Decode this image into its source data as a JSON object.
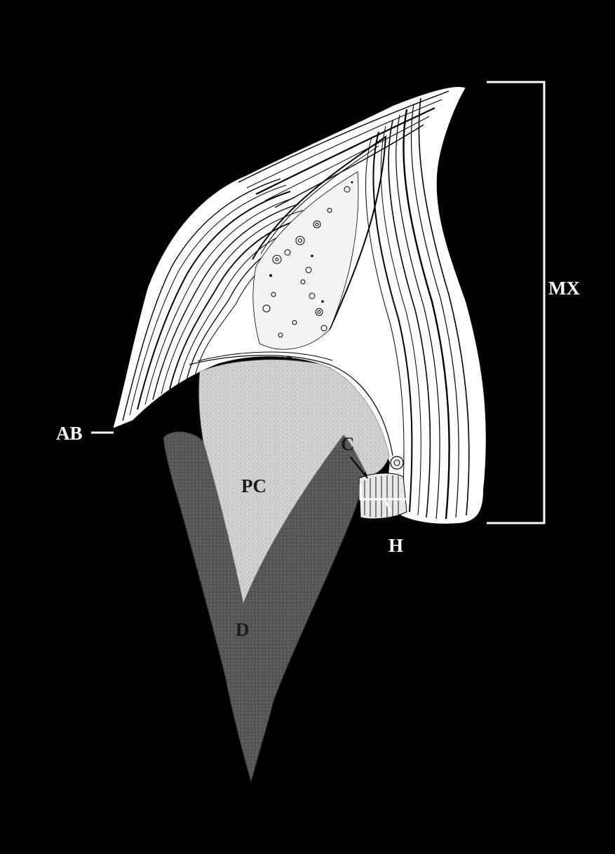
{
  "labels": {
    "mx": "MX",
    "ab": "AB",
    "pc": "PC",
    "c": "C",
    "h": "H",
    "d": "D"
  },
  "colors": {
    "background": "#000000",
    "maxilla_fill": "#ffffff",
    "growth_lines": "#000000",
    "pulp_cavity": "#d6d6d6",
    "dentine": "#5a5a5a",
    "label_text": "#ffffff",
    "bracket": "#ffffff"
  }
}
